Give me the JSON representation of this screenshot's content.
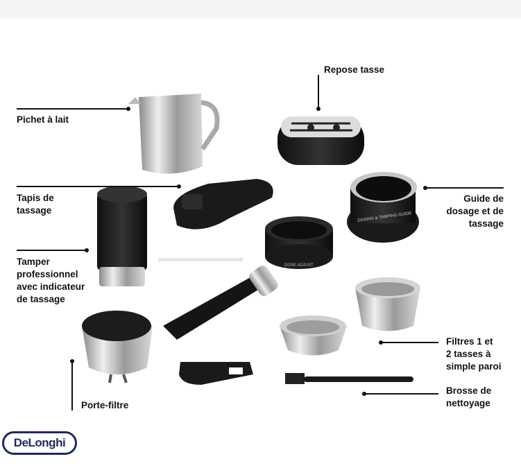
{
  "brand": {
    "logo_text": "DeLonghi",
    "color": "#1b2a5c"
  },
  "labels": {
    "repose_tasse": [
      "Repose tasse"
    ],
    "pichet": [
      "Pichet à lait"
    ],
    "tapis": [
      "Tapis de",
      "tassage"
    ],
    "guide": [
      "Guide de",
      "dosage et de",
      "tassage"
    ],
    "tamper": [
      "Tamper",
      "professionnel",
      "avec indicateur",
      "de tassage"
    ],
    "filtres": [
      "Filtres 1 et",
      "2 tasses à",
      "simple paroi"
    ],
    "brosse": [
      "Brosse de",
      "nettoyage"
    ],
    "porte_filtre": [
      "Porte-filtre"
    ]
  },
  "product_print": {
    "guide": "DOSING & TAMPING GUIDE",
    "dose": "DOSE ADJUST"
  }
}
